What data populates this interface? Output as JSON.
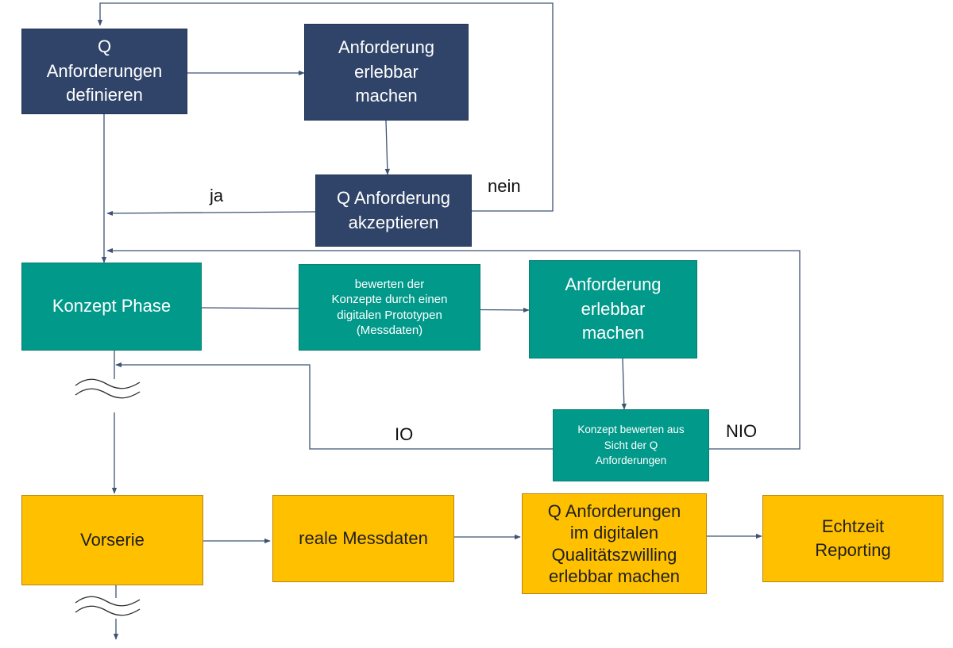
{
  "boxes": {
    "q_define": [
      "Q",
      "Anforderungen",
      "definieren"
    ],
    "erlebbar_top": [
      "Anforderung",
      "erlebbar",
      "machen"
    ],
    "akzeptieren": [
      "Q Anforderung",
      "akzeptieren"
    ],
    "konzept_phase": [
      "Konzept Phase"
    ],
    "bewerten": [
      "bewerten der",
      "Konzepte durch einen",
      "digitalen Prototypen",
      "(Messdaten)"
    ],
    "erlebbar_mid": [
      "Anforderung",
      "erlebbar",
      "machen"
    ],
    "konzept_bewerten": [
      "Konzept bewerten aus",
      "Sicht der Q",
      "Anforderungen"
    ],
    "vorserie": [
      "Vorserie"
    ],
    "reale_messdaten": [
      "reale Messdaten"
    ],
    "zwilling": [
      "Q Anforderungen",
      "im digitalen",
      "Qualitätszwilling",
      "erlebbar machen"
    ],
    "echtzeit": [
      "Echtzeit",
      "Reporting"
    ]
  },
  "labels": {
    "ja": "ja",
    "nein": "nein",
    "io": "IO",
    "nio": "NIO"
  },
  "colors": {
    "navy": "#2f4468",
    "teal": "#00998a",
    "gold": "#ffc000",
    "connector": "#3e5373"
  }
}
